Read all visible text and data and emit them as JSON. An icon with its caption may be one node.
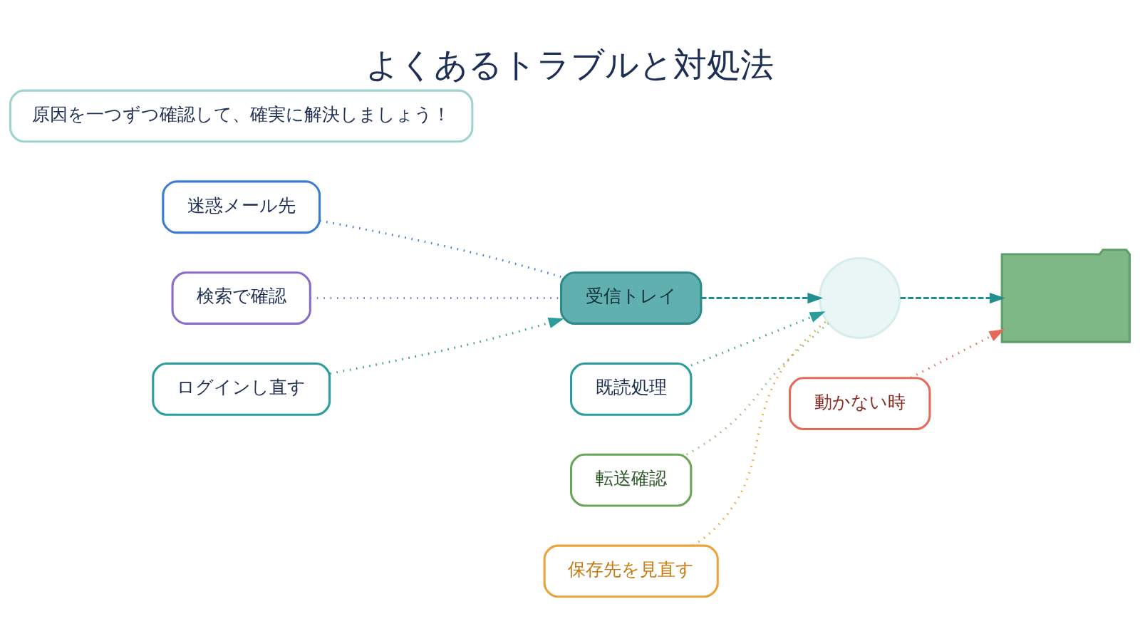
{
  "diagram": {
    "title": "よくあるトラブルと対処法",
    "nodes": [
      {
        "text": [
          "迷惑メール先"
        ]
      },
      {
        "text": [
          "既読処理"
        ]
      },
      {
        "text": [
          "転送確認"
        ]
      },
      {
        "text": [
          "検索で確認"
        ]
      },
      {
        "text": [
          "受信トレイ"
        ]
      },
      {
        "text": [],
        "shape": "circle"
      },
      {
        "text": [],
        "shape": "folder"
      },
      {
        "text": [
          "ログインし直す"
        ]
      },
      {
        "text": [
          "保存先を見直す"
        ]
      },
      {
        "text": [
          "動かない時"
        ]
      },
      {
        "text": [
          "原因を一つずつ確認して、確実に解決しましょう！"
        ]
      }
    ],
    "edges": [
      {
        "from": 0,
        "to": 4,
        "arrow": "none",
        "color": "#3a7bd5"
      },
      {
        "from": 3,
        "to": 4,
        "arrow": "none",
        "color": "#8a6cc9"
      },
      {
        "from": 7,
        "to": 4,
        "arrow": "to",
        "color": "#2a9d9a"
      },
      {
        "from": 4,
        "to": 5,
        "arrow": "to",
        "style": "dashed",
        "color": "#1f8f8f"
      },
      {
        "from": 1,
        "to": 5,
        "arrow": "to",
        "color": "#2a9d9a"
      },
      {
        "from": 2,
        "to": 5,
        "arrow": "none",
        "color": "#8fbf7a"
      },
      {
        "from": 8,
        "to": 5,
        "arrow": "none",
        "color": "#e8a33a"
      },
      {
        "from": 5,
        "to": 6,
        "arrow": "to",
        "style": "dashed",
        "color": "#1f8f8f"
      },
      {
        "from": 9,
        "to": 6,
        "arrow": "to",
        "color": "#e66a5a"
      }
    ]
  }
}
